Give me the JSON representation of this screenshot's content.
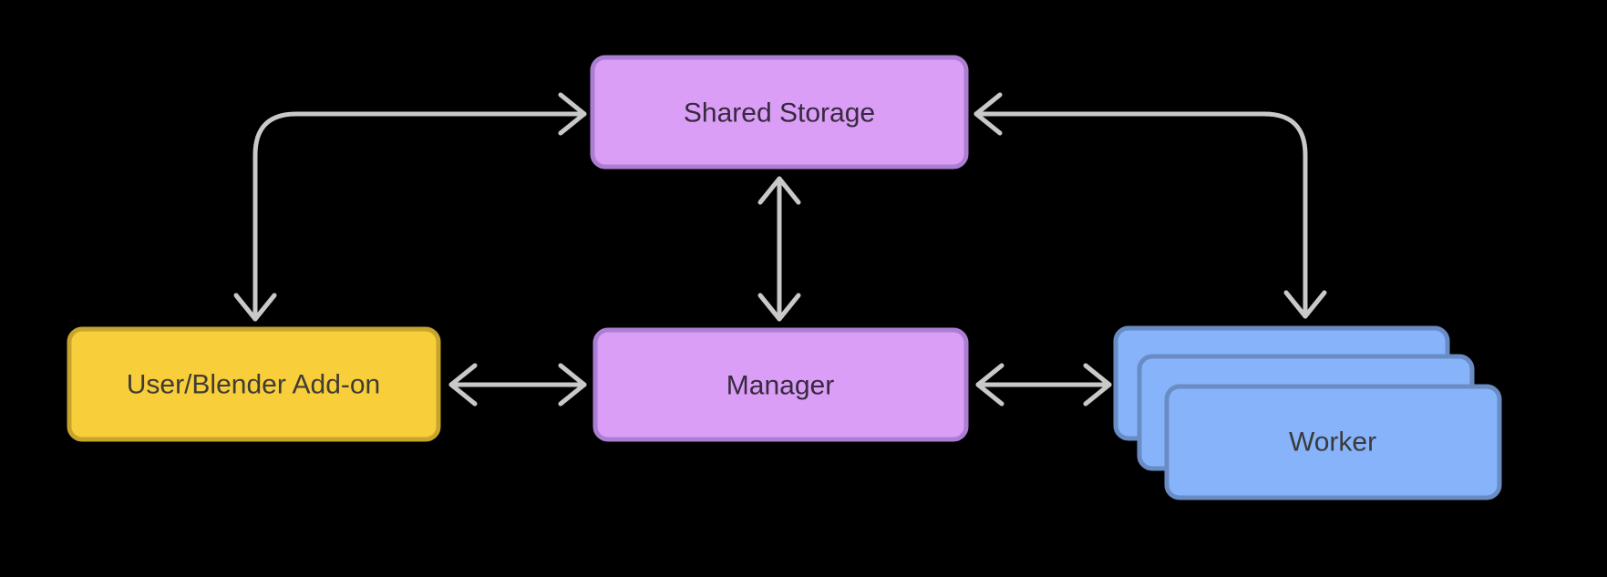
{
  "diagram": {
    "background": "#000000",
    "arrow_color": "#C9C9C9",
    "nodes": {
      "shared_storage": {
        "label": "Shared Storage",
        "fill": "#DB9EF6",
        "border": "#AC7ED3",
        "text_color": "#37293F"
      },
      "user_addon": {
        "label": "User/Blender Add-on",
        "fill": "#F9CE3B",
        "border": "#C7A42C",
        "text_color": "#403C32"
      },
      "manager": {
        "label": "Manager",
        "fill": "#DB9EF6",
        "border": "#AC7ED3",
        "text_color": "#37293F"
      },
      "worker": {
        "label": "Worker",
        "fill": "#86B3FA",
        "border": "#6A8CC4",
        "text_color": "#3B3B3B",
        "stack_count": 3
      }
    },
    "connectors": [
      {
        "id": "user-addon__shared-storage",
        "from": "user_addon",
        "to": "shared_storage",
        "style": "elbow",
        "arrows": "both"
      },
      {
        "id": "shared-storage__manager",
        "from": "shared_storage",
        "to": "manager",
        "style": "straight",
        "arrows": "both"
      },
      {
        "id": "user-addon__manager",
        "from": "user_addon",
        "to": "manager",
        "style": "straight",
        "arrows": "both"
      },
      {
        "id": "manager__worker",
        "from": "manager",
        "to": "worker",
        "style": "straight",
        "arrows": "both"
      },
      {
        "id": "shared-storage__worker",
        "from": "shared_storage",
        "to": "worker",
        "style": "elbow",
        "arrows": "both"
      }
    ]
  }
}
